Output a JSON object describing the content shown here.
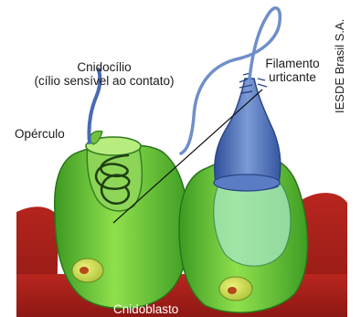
{
  "labels": {
    "cnidocilio_line1": "Cnidocílio",
    "cnidocilio_line2": "(cílio sensível ao contato)",
    "operculo": "Opérculo",
    "filamento_line1": "Filamento",
    "filamento_line2": "urticante",
    "cnidoblasto": "Cnidoblasto"
  },
  "credit": "IESDE Brasil S.A.",
  "colors": {
    "tissue": "#a5201c",
    "tissue_dark": "#7d1512",
    "cell_green": "#6fcf3a",
    "cell_green_dark": "#2f8a1e",
    "capsule_blue": "#4f70b8",
    "cilium_blue": "#6f8fc8",
    "nucleus": "#c9d94a",
    "nucleolus": "#b5481c",
    "leader_line": "#111111"
  }
}
